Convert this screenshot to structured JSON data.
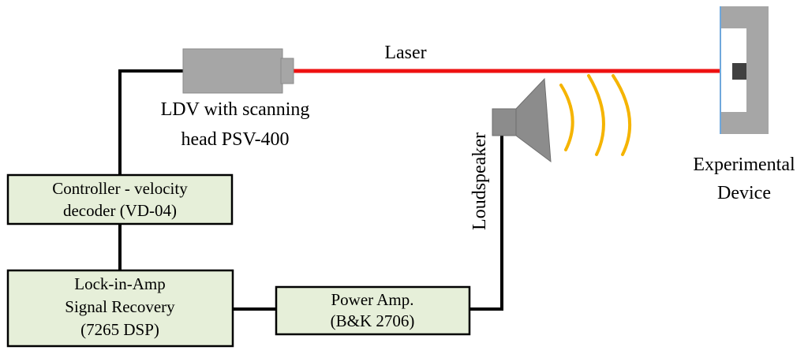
{
  "labels": {
    "laser": "Laser",
    "ldv_line1": "LDV with scanning",
    "ldv_line2": "head PSV-400",
    "experimental_line1": "Experimental",
    "experimental_line2": "Device",
    "loudspeaker": "Loudspeaker"
  },
  "boxes": {
    "controller": {
      "line1": "Controller - velocity",
      "line2": "decoder (VD-04)"
    },
    "lockin": {
      "line1": "Lock-in-Amp",
      "line2": "Signal Recovery",
      "line3": "(7265 DSP)"
    },
    "power_amp": {
      "line1": "Power Amp.",
      "line2": "(B&K 2706)"
    }
  },
  "colors": {
    "laser_beam": "#ee1111",
    "box_fill": "#e6efd9",
    "device_gray": "#a6a6a6",
    "device_core": "#404040",
    "sound_waves": "#f5b400",
    "ldv_body": "#a6a6a6",
    "speaker_gray": "#8c8c8c"
  }
}
